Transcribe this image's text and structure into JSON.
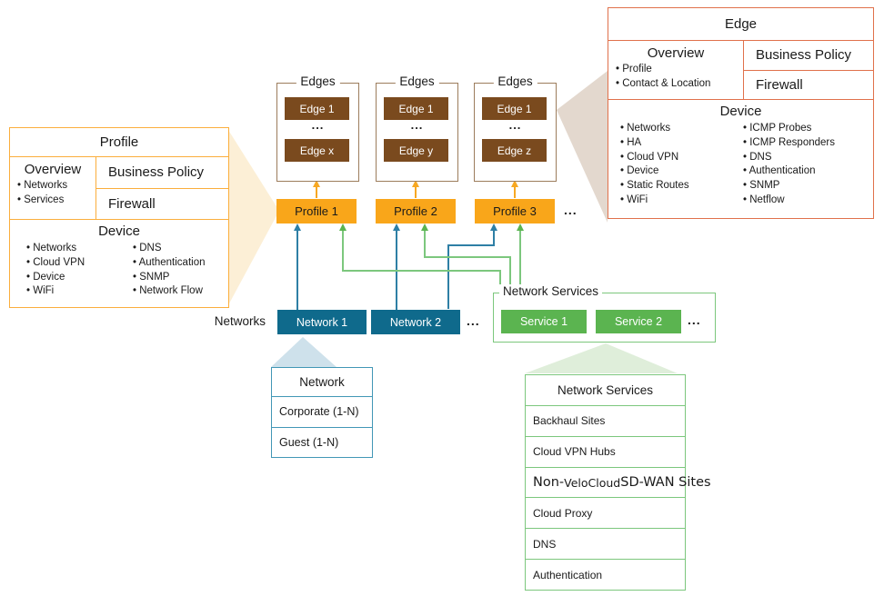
{
  "profile_detail": {
    "title": "Profile",
    "overview": {
      "title": "Overview",
      "items": [
        "Networks",
        "Services"
      ]
    },
    "business_policy": "Business Policy",
    "firewall": "Firewall",
    "device": {
      "title": "Device",
      "col1": [
        "Networks",
        "Cloud VPN",
        "Device",
        "WiFi"
      ],
      "col2": [
        "DNS",
        "Authentication",
        "SNMP",
        "Network Flow"
      ]
    }
  },
  "edge_detail": {
    "title": "Edge",
    "overview": {
      "title": "Overview",
      "items": [
        "Profile",
        "Contact & Location"
      ]
    },
    "business_policy": "Business Policy",
    "firewall": "Firewall",
    "device": {
      "title": "Device",
      "col1": [
        "Networks",
        "HA",
        "Cloud VPN",
        "Device",
        "Static Routes",
        "WiFi"
      ],
      "col2": [
        "ICMP Probes",
        "ICMP Responders",
        "DNS",
        "Authentication",
        "SNMP",
        "Netflow"
      ]
    }
  },
  "edges_groups": [
    {
      "label": "Edges",
      "first": "Edge 1",
      "ellipsis": "...",
      "last": "Edge x"
    },
    {
      "label": "Edges",
      "first": "Edge 1",
      "ellipsis": "...",
      "last": "Edge y"
    },
    {
      "label": "Edges",
      "first": "Edge 1",
      "ellipsis": "...",
      "last": "Edge z"
    }
  ],
  "profiles": {
    "items": [
      "Profile 1",
      "Profile 2",
      "Profile 3"
    ],
    "ellipsis": "..."
  },
  "networks": {
    "label": "Networks",
    "items": [
      "Network 1",
      "Network 2"
    ],
    "ellipsis": "..."
  },
  "network_services_group": {
    "label": "Network Services",
    "items": [
      "Service 1",
      "Service 2"
    ],
    "ellipsis": "..."
  },
  "network_detail": {
    "title": "Network",
    "rows": [
      "Corporate (1-N)",
      "Guest (1-N)"
    ]
  },
  "network_services_detail": {
    "title": "Network Services",
    "rows_before": [
      "Backhaul Sites",
      "Cloud VPN Hubs"
    ],
    "nonvc_prefix": "Non-",
    "nonvc_brand": "VeloCloud",
    "nonvc_suffix": "SD-WAN Sites",
    "rows_after": [
      "Cloud Proxy",
      "DNS",
      "Authentication"
    ]
  },
  "colors": {
    "profile_fill": "#F9A61A",
    "profile_border": "#FBAE3C",
    "edge_detail_border": "#E0714B",
    "edges_group_border": "#9C7C5C",
    "edge_node_fill": "#7A4A1E",
    "network_fill": "#0F6A8C",
    "network_arrow": "#2E7FA5",
    "service_fill": "#5BB450",
    "service_line": "#7CC77D",
    "network_detail_border": "#4297B6",
    "profile_wedge": "#FCEFD6",
    "edge_wedge": "#E3D8CE",
    "network_wedge": "#CEE1EB",
    "services_wedge": "#DFEEDA"
  }
}
